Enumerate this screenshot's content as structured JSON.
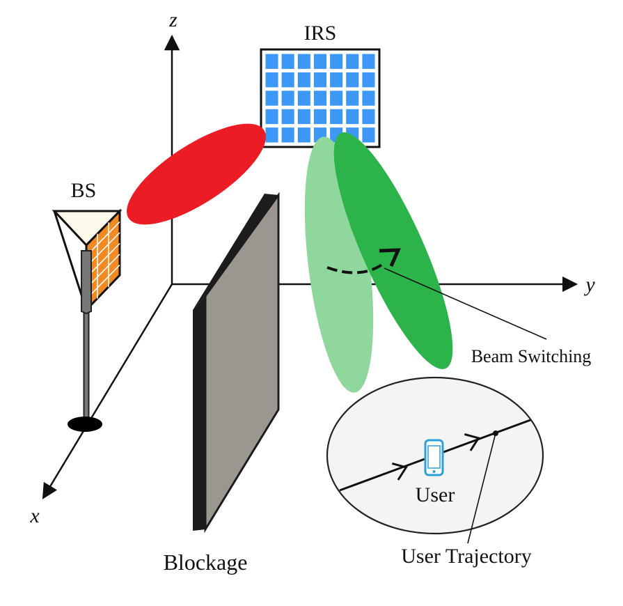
{
  "labels": {
    "irs": "IRS",
    "bs": "BS",
    "blockage": "Blockage",
    "beam_switching": "Beam Switching",
    "user": "User",
    "user_trajectory": "User Trajectory"
  },
  "axes": {
    "x": "x",
    "y": "y",
    "z": "z"
  },
  "colors": {
    "irs_element": "#3d98f5",
    "bs_panel": "#f28a24",
    "beam_bs_to_irs": "#ec1c24",
    "beam_irs_light": "#8fd79c",
    "beam_irs_dark": "#2cb34a",
    "blockage_face": "#9c9690",
    "blockage_edge": "#1c1c1c",
    "user_region": "#f4f4f4",
    "phone": "#2a9fd8"
  },
  "icons": {
    "user_device": "smartphone-icon"
  }
}
